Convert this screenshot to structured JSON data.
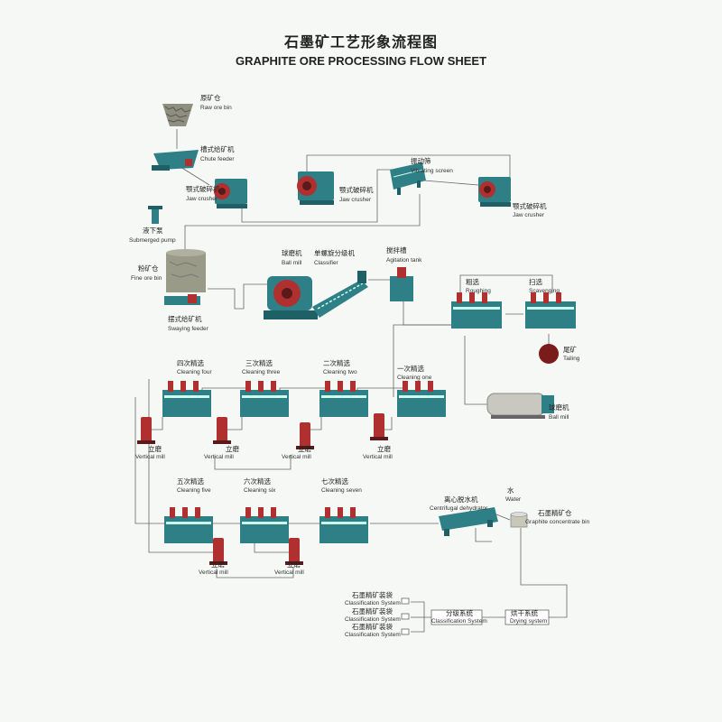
{
  "title": {
    "cn": "石墨矿工艺形象流程图",
    "en": "GRAPHITE ORE PROCESSING FLOW SHEET"
  },
  "equipment": {
    "raw_ore_bin": {
      "cn": "原矿仓",
      "en": "Raw ore bin"
    },
    "chute_feeder": {
      "cn": "槽式给矿机",
      "en": "Chute feeder"
    },
    "jaw_crusher_1": {
      "cn": "颚式破碎机",
      "en": "Jaw crusher"
    },
    "jaw_crusher_2": {
      "cn": "颚式破碎机",
      "en": "Jaw crusher"
    },
    "jaw_crusher_3": {
      "cn": "颚式破碎机",
      "en": "Jaw crusher"
    },
    "vibrating_screen": {
      "cn": "振动筛",
      "en": "Vibrating screen"
    },
    "submerged_pump": {
      "cn": "液下泵",
      "en": "Submerged pump"
    },
    "fine_ore_bin": {
      "cn": "粉矿仓",
      "en": "Fine ore bin"
    },
    "swaying_feeder": {
      "cn": "摆式给矿机",
      "en": "Swaying feeder"
    },
    "ball_mill_1": {
      "cn": "球磨机",
      "en": "Ball mill"
    },
    "classifier": {
      "cn": "单螺旋分级机",
      "en": "Classifier"
    },
    "agitation_tank": {
      "cn": "搅拌槽",
      "en": "Agitation tank"
    },
    "roughing": {
      "cn": "粗选",
      "en": "Roughing"
    },
    "scavenging": {
      "cn": "扫选",
      "en": "Scavenging"
    },
    "tailing": {
      "cn": "尾矿",
      "en": "Tailing"
    },
    "ball_mill_2": {
      "cn": "球磨机",
      "en": "Ball mill"
    },
    "cleaning_one": {
      "cn": "一次精选",
      "en": "Cleaning one"
    },
    "cleaning_two": {
      "cn": "二次精选",
      "en": "Cleaning two"
    },
    "cleaning_three": {
      "cn": "三次精选",
      "en": "Cleaning three"
    },
    "cleaning_four": {
      "cn": "四次精选",
      "en": "Cleaning four"
    },
    "cleaning_five": {
      "cn": "五次精选",
      "en": "Cleaning five"
    },
    "cleaning_six": {
      "cn": "六次精选",
      "en": "Cleaning six"
    },
    "cleaning_seven": {
      "cn": "七次精选",
      "en": "Cleaning seven"
    },
    "vertical_mill": {
      "cn": "立磨",
      "en": "Vertical mill"
    },
    "centrifugal_dehydrator": {
      "cn": "离心脱水机",
      "en": "Centrifugal dehydrator"
    },
    "water": {
      "cn": "水",
      "en": "Water"
    },
    "graphite_concentrate_bin": {
      "cn": "石墨精矿仓",
      "en": "Graphite concentrate bin"
    },
    "drying_system": {
      "cn": "烘干系统",
      "en": "Drying system"
    },
    "classification_system": {
      "cn": "分级系统",
      "en": "Classification System"
    },
    "bagging": {
      "cn": "石墨精矿装袋",
      "en": "Classification System"
    }
  },
  "colors": {
    "machine": "#2f7f86",
    "motor": "#b03030",
    "ore": "#8f8f80",
    "bin": "#9a9a88"
  }
}
